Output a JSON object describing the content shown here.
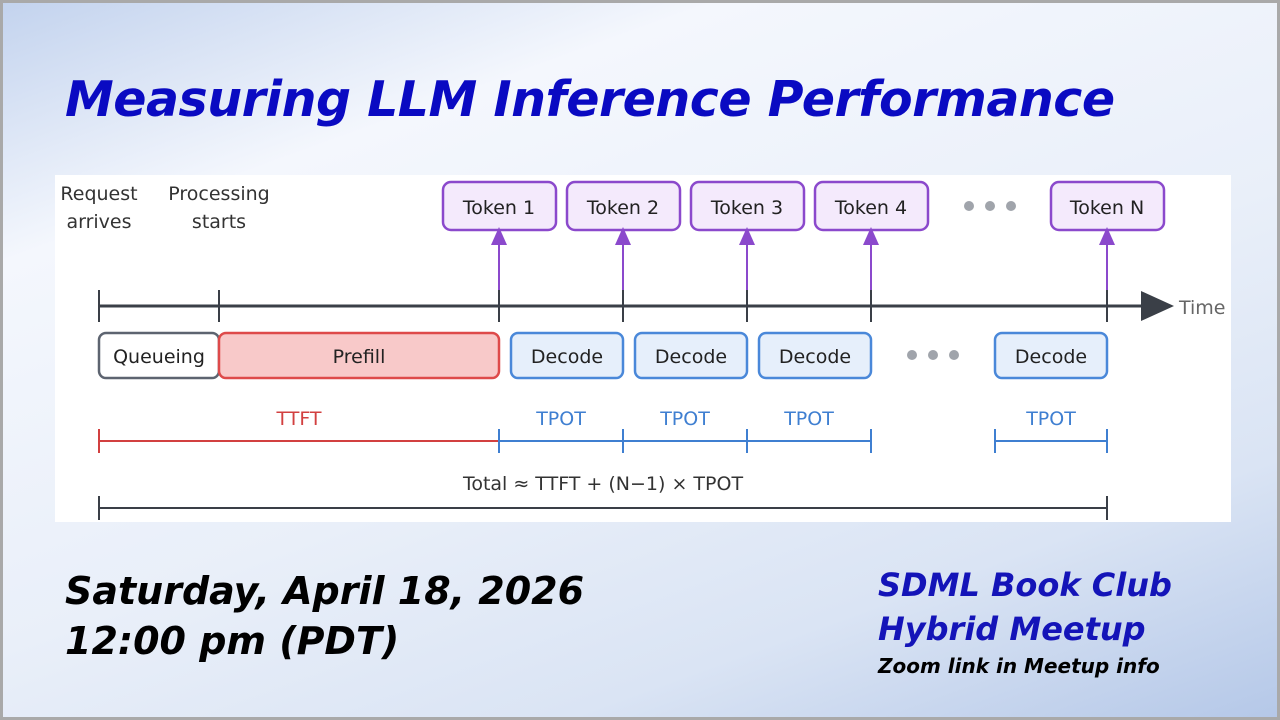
{
  "title": "Measuring LLM Inference Performance",
  "diagram": {
    "labels": {
      "request_line1": "Request",
      "request_line2": "arrives",
      "processing_line1": "Processing",
      "processing_line2": "starts",
      "time_axis": "Time",
      "total_formula": "Total ≈ TTFT + (N−1) × TPOT"
    },
    "tokens": [
      "Token 1",
      "Token 2",
      "Token 3",
      "Token 4",
      "Token N"
    ],
    "phases": {
      "queueing": "Queueing",
      "prefill": "Prefill",
      "decode": [
        "Decode",
        "Decode",
        "Decode",
        "Decode"
      ]
    },
    "metrics": {
      "ttft": "TTFT",
      "tpot": [
        "TPOT",
        "TPOT",
        "TPOT",
        "TPOT"
      ]
    },
    "colors": {
      "token": "#8b49cc",
      "token_fill": "#f4eafc",
      "prefill": "#de4a4a",
      "prefill_fill": "#f8c9c9",
      "decode": "#4a88d9",
      "decode_fill": "#e6effb",
      "queue": "#5d6470",
      "ttft": "#d24040",
      "tpot": "#3f7fd1",
      "axis": "#3a3f47"
    }
  },
  "event": {
    "date": "Saturday, April 18, 2026",
    "time": "12:00 pm (PDT)",
    "line1": "SDML Book Club",
    "line2": "Hybrid Meetup",
    "note": "Zoom link in Meetup info"
  }
}
